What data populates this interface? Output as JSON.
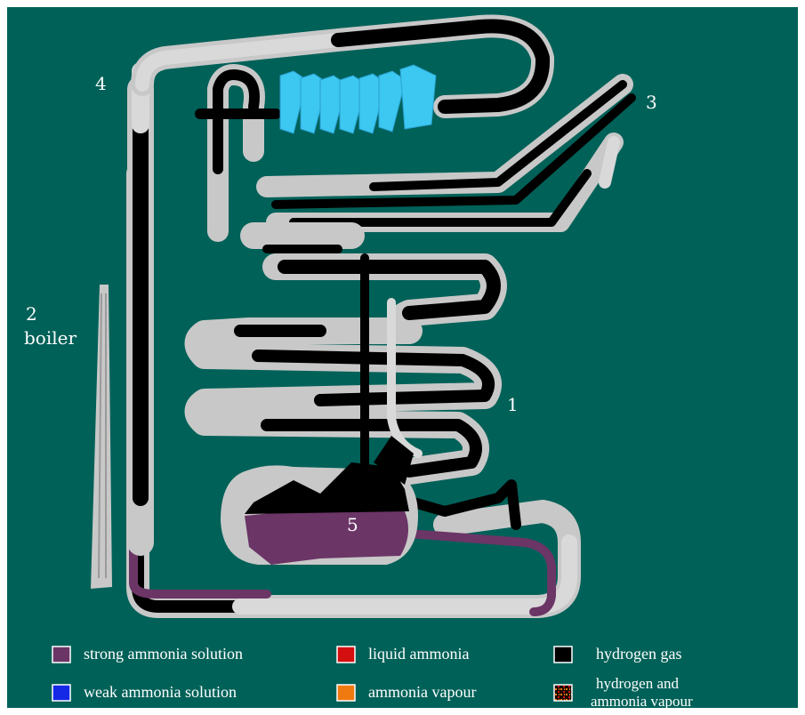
{
  "colors": {
    "background": "#006158",
    "pipe_outline": "#c8c8c8",
    "pipe_light": "#d9d9d9",
    "hydrogen": "#000000",
    "strong_solution": "#6b3566",
    "weak_solution": "#1428e6",
    "liquid_ammonia": "#d40f0f",
    "ammonia_vapour": "#f07a10",
    "fins": "#3cc8f0"
  },
  "labels": {
    "evaporator": "1",
    "boiler_number": "2",
    "boiler_word": "boiler",
    "condenser": "3",
    "separator": "4",
    "absorber": "5"
  },
  "legend": [
    {
      "text": "strong ammonia solution",
      "color": "#6b3566"
    },
    {
      "text": "liquid ammonia",
      "color": "#d40f0f"
    },
    {
      "text": "hydrogen gas",
      "color": "#000000"
    },
    {
      "text": "weak ammonia solution",
      "color": "#1428e6"
    },
    {
      "text": "ammonia vapour",
      "color": "#f07a10"
    },
    {
      "text_line1": "hydrogen and",
      "text_line2": "ammonia vapour",
      "pattern": "speckle"
    }
  ]
}
